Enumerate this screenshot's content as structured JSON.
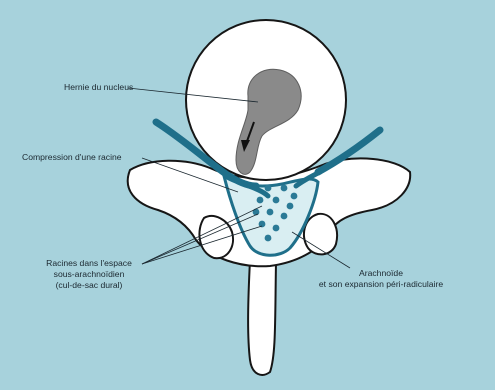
{
  "colors": {
    "background": "#a7d2dc",
    "bone": "#ffffff",
    "outline": "#161616",
    "hernia": "#8a8a8a",
    "dura": "#1f6f8a",
    "arachnoid_fill": "#d9eef2",
    "roots": "#2b7a96"
  },
  "labels": {
    "hernie": "Hernie du nucleus",
    "compression": "Compression d'une racine",
    "racines_line1": "Racines dans l'espace",
    "racines_line2": "sous-arachnoïdien",
    "racines_line3": "(cul-de-sac dural)",
    "arachnoide_line1": "Arachnoïde",
    "arachnoide_line2": "et son expansion péri-radiculaire"
  },
  "icons": {
    "arrow": "down-arrow-icon"
  }
}
